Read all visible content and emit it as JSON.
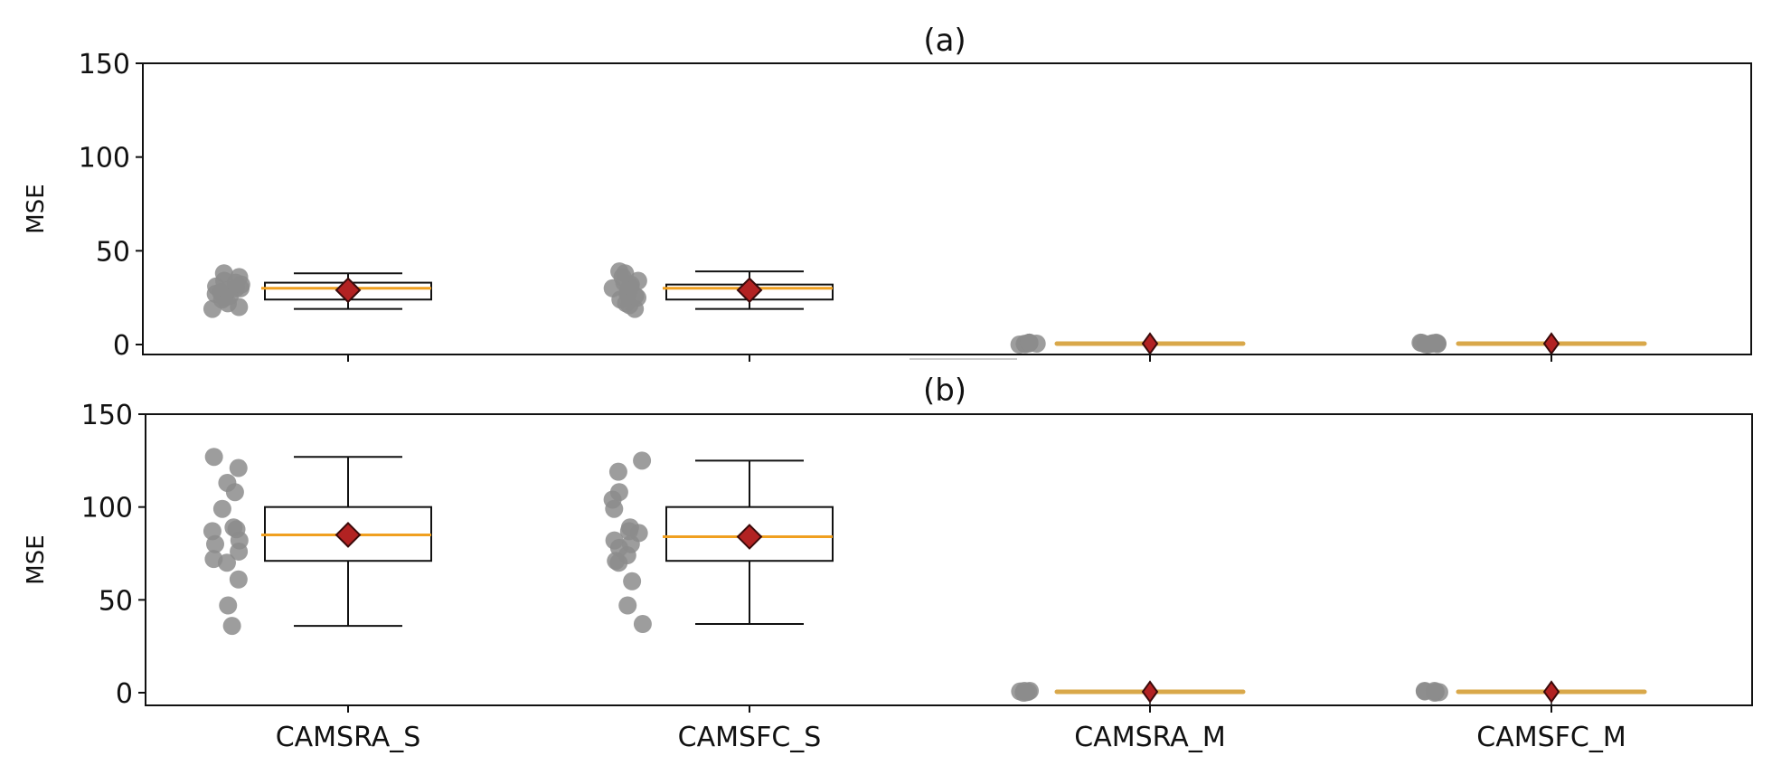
{
  "figure": {
    "background": "#ffffff"
  },
  "colors": {
    "point": "#8c8c8c",
    "median": "#f0a020",
    "median_small": "#d9a84a",
    "mean_fill": "#b22222",
    "mean_edge": "#3a0a0a",
    "box_edge": "#111111"
  },
  "chart_data": [
    {
      "type": "box",
      "panel": "a",
      "title": "(a)",
      "xlabel": "",
      "ylabel": "MSE",
      "ylim": [
        -3,
        150
      ],
      "yticks": [
        0,
        50,
        100,
        150
      ],
      "ytick_labels": [
        "0",
        "50",
        "100",
        "150"
      ],
      "show_xtick_labels": false,
      "categories": [
        "CAMSRA_S",
        "CAMSFC_S",
        "CAMSRA_M",
        "CAMSFC_M"
      ],
      "boxes": [
        {
          "category": "CAMSRA_S",
          "whisker_low": 19,
          "q1": 24,
          "median": 30,
          "q3": 33,
          "whisker_high": 38,
          "mean": 29,
          "points": [
            20,
            19,
            22,
            24,
            25,
            26,
            27,
            28,
            29,
            30,
            30,
            31,
            32,
            33,
            34,
            36,
            38
          ]
        },
        {
          "category": "CAMSFC_S",
          "whisker_low": 19,
          "q1": 24,
          "median": 30,
          "q3": 32,
          "whisker_high": 39,
          "mean": 29,
          "points": [
            19,
            21,
            22,
            24,
            25,
            26,
            27,
            28,
            29,
            30,
            31,
            32,
            33,
            34,
            36,
            38,
            39
          ]
        },
        {
          "category": "CAMSRA_M",
          "whisker_low": 0,
          "q1": 0,
          "median": 0.5,
          "q3": 1,
          "whisker_high": 1,
          "mean": 0.5,
          "points": [
            0,
            0.2,
            0.4,
            0.5,
            0.6,
            0.8,
            1,
            1
          ]
        },
        {
          "category": "CAMSFC_M",
          "whisker_low": 0,
          "q1": 0,
          "median": 0.5,
          "q3": 1,
          "whisker_high": 1,
          "mean": 0.5,
          "points": [
            0,
            0.2,
            0.3,
            0.5,
            0.6,
            0.7,
            0.9,
            1,
            1
          ]
        }
      ]
    },
    {
      "type": "box",
      "panel": "b",
      "title": "(b)",
      "xlabel": "",
      "ylabel": "MSE",
      "ylim": [
        -3,
        150
      ],
      "yticks": [
        0,
        50,
        100,
        150
      ],
      "ytick_labels": [
        "0",
        "50",
        "100",
        "150"
      ],
      "show_xtick_labels": true,
      "categories": [
        "CAMSRA_S",
        "CAMSFC_S",
        "CAMSRA_M",
        "CAMSFC_M"
      ],
      "boxes": [
        {
          "category": "CAMSRA_S",
          "whisker_low": 36,
          "q1": 71,
          "median": 85,
          "q3": 100,
          "whisker_high": 127,
          "mean": 85,
          "points": [
            127,
            121,
            113,
            108,
            99,
            89,
            87,
            88,
            82,
            80,
            76,
            72,
            70,
            61,
            47,
            36
          ]
        },
        {
          "category": "CAMSFC_S",
          "whisker_low": 37,
          "q1": 71,
          "median": 84,
          "q3": 100,
          "whisker_high": 125,
          "mean": 84,
          "points": [
            125,
            119,
            108,
            104,
            99,
            89,
            86,
            87,
            82,
            80,
            78,
            74,
            71,
            70,
            60,
            47,
            37
          ]
        },
        {
          "category": "CAMSRA_M",
          "whisker_low": 0,
          "q1": 0,
          "median": 0.5,
          "q3": 1,
          "whisker_high": 1,
          "mean": 0.5,
          "points": [
            0,
            0.3,
            0.5,
            0.7,
            1,
            1
          ]
        },
        {
          "category": "CAMSFC_M",
          "whisker_low": 0,
          "q1": 0,
          "median": 0.5,
          "q3": 1,
          "whisker_high": 1,
          "mean": 0.5,
          "points": [
            0,
            0.3,
            0.5,
            0.7,
            1,
            1
          ]
        }
      ]
    }
  ]
}
